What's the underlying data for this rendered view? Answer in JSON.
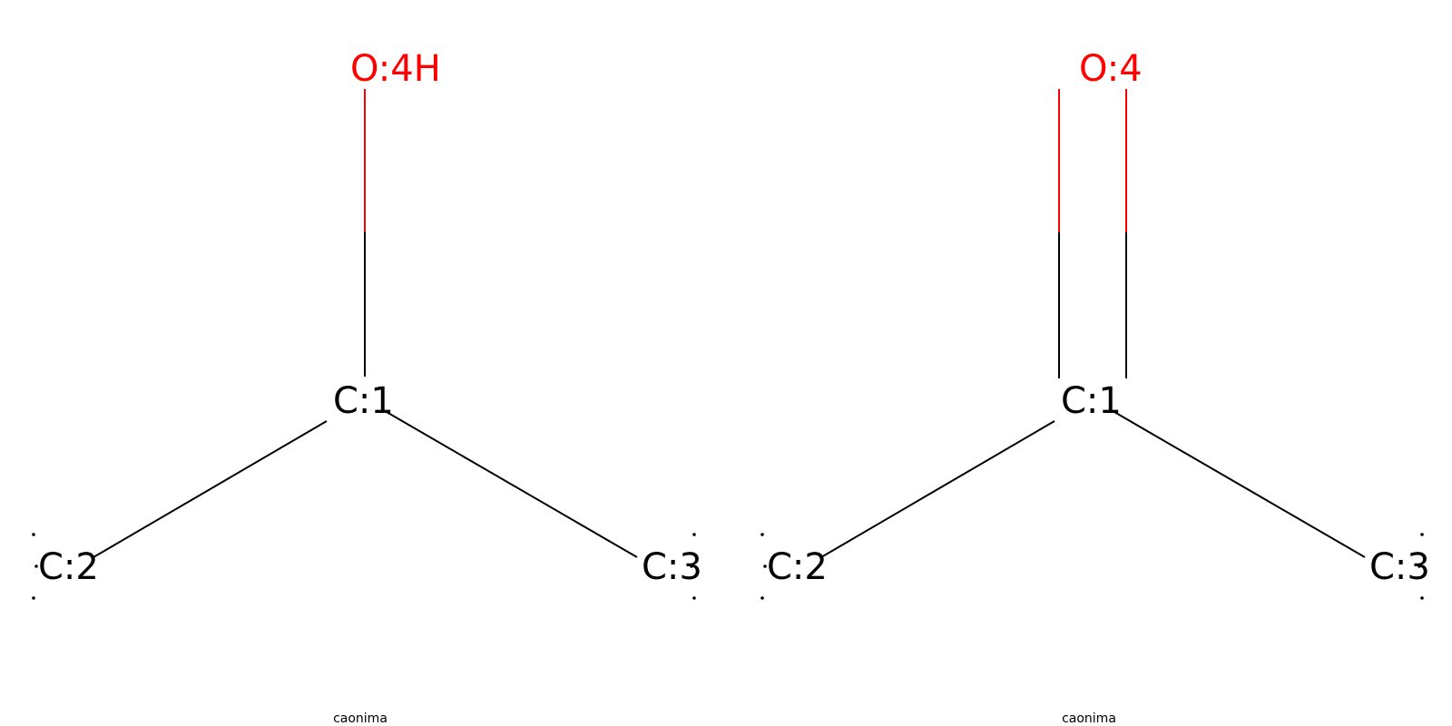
{
  "colors": {
    "carbon": "#000000",
    "oxygen": "#FF0000",
    "background": "#FFFFFF"
  },
  "molecules": [
    {
      "name": "molecule-left",
      "legend": "caonima",
      "atoms": {
        "c1": {
          "label": "C:1",
          "element": "C"
        },
        "c2": {
          "label": "C:2",
          "element": "C",
          "radical_dots": 3
        },
        "c3": {
          "label": "C:3",
          "element": "C",
          "radical_dots": 3
        },
        "o4": {
          "label": "O:4H",
          "element": "O"
        }
      },
      "bonds": [
        {
          "from": "c1",
          "to": "c2",
          "order": 1
        },
        {
          "from": "c1",
          "to": "c3",
          "order": 1
        },
        {
          "from": "c1",
          "to": "o4",
          "order": 1
        }
      ]
    },
    {
      "name": "molecule-right",
      "legend": "caonima",
      "atoms": {
        "c1": {
          "label": "C:1",
          "element": "C"
        },
        "c2": {
          "label": "C:2",
          "element": "C",
          "radical_dots": 3
        },
        "c3": {
          "label": "C:3",
          "element": "C",
          "radical_dots": 3
        },
        "o4": {
          "label": "O:4",
          "element": "O"
        }
      },
      "bonds": [
        {
          "from": "c1",
          "to": "c2",
          "order": 1
        },
        {
          "from": "c1",
          "to": "c3",
          "order": 1
        },
        {
          "from": "c1",
          "to": "o4",
          "order": 2
        }
      ]
    }
  ]
}
